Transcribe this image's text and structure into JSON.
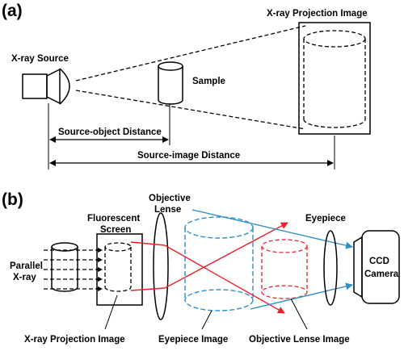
{
  "panel_a": {
    "tag": "(a)",
    "source_label": "X-ray Source",
    "sample_label": "Sample",
    "projection_label": "X-ray Projection Image",
    "source_object_label": "Source-object Distance",
    "source_image_label": "Source-image Distance"
  },
  "panel_b": {
    "tag": "(b)",
    "parallel_label_1": "Parallel",
    "parallel_label_2": "X-ray",
    "screen_label_1": "Fluorescent",
    "screen_label_2": "Screen",
    "objective_label_1": "Objective",
    "objective_label_2": "Lense",
    "eyepiece_label": "Eyepiece",
    "ccd_label_1": "CCD",
    "ccd_label_2": "Camera",
    "projection_image_label": "X-ray Projection Image",
    "eyepiece_image_label": "Eyepiece Image",
    "objective_image_label": "Objective Lense Image"
  },
  "colors": {
    "red_ray": "#e8222b",
    "blue_ray": "#2e8ec9",
    "line": "#000000"
  }
}
